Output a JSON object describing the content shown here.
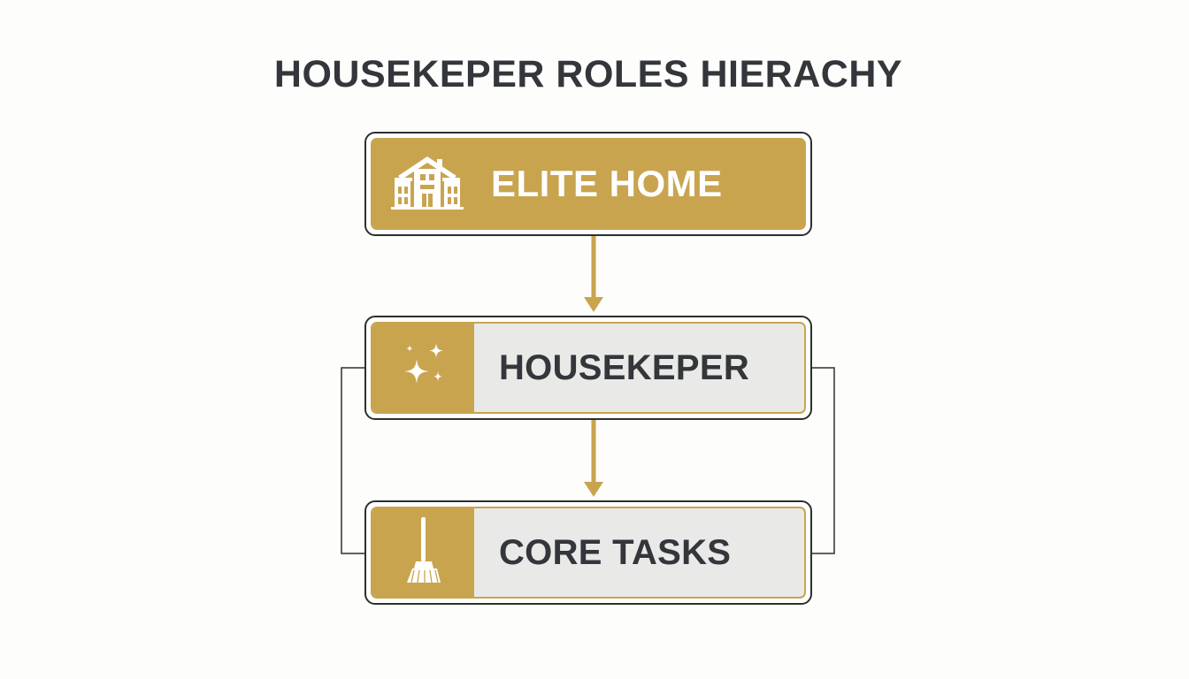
{
  "title": "HOUSEKEPER ROLES HIERACHY",
  "colors": {
    "accent": "#c9a44f",
    "text_dark": "#33363a",
    "box_light": "#e9e9e8",
    "border": "#2e2e2e"
  },
  "nodes": [
    {
      "label": "ELITE HOME",
      "icon": "house-icon"
    },
    {
      "label": "HOUSEKEPER",
      "icon": "sparkles-icon"
    },
    {
      "label": "CORE TASKS",
      "icon": "broom-icon"
    }
  ]
}
